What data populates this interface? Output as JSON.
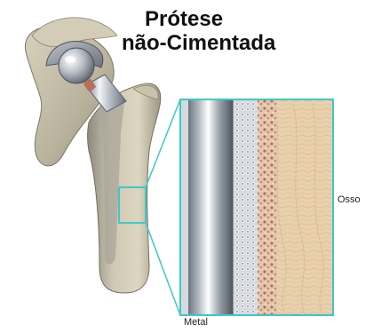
{
  "title": {
    "line1": "Prótese",
    "line2": "não-Cimentada"
  },
  "labels": {
    "bone": "Osso",
    "metal": "Metal"
  },
  "colors": {
    "callout": "#3ec9c4",
    "bone": "#e8cfa8",
    "metal": "#9aa3ae",
    "porous_coating": "#c9ccd2",
    "interface": "#b97a66"
  }
}
